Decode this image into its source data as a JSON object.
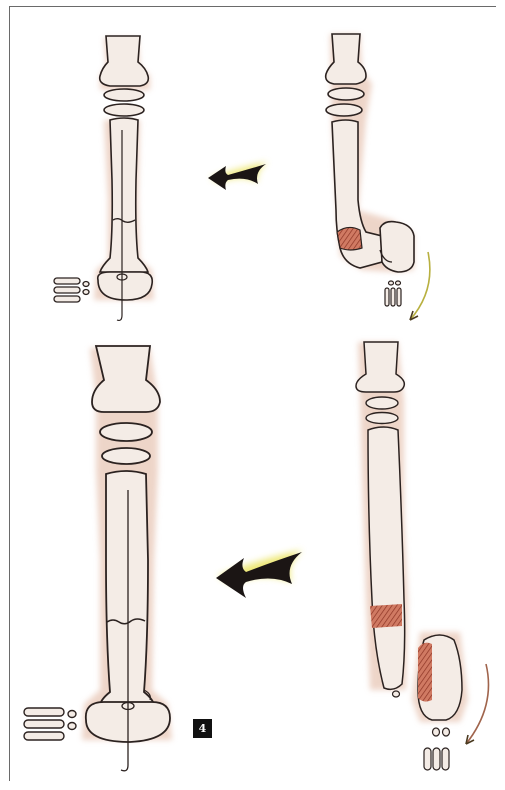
{
  "figure": {
    "label": "4",
    "panels": [
      {
        "id": "top-right",
        "stage": "deformed",
        "fracture_color": "#b5523c"
      },
      {
        "id": "top-left",
        "stage": "corrected"
      },
      {
        "id": "bottom-right",
        "stage": "deformed",
        "fracture_color": "#c8553e"
      },
      {
        "id": "bottom-left",
        "stage": "corrected"
      }
    ],
    "colors": {
      "outline": "#2b2220",
      "bone_fill": "#f4ece6",
      "shading": "#d9a58c",
      "motion_arrow": "#b8b040",
      "motion_arrow_bottom": "#a0644c",
      "correction_arrow_glow": "#e8e048"
    },
    "icons": [
      "correction-arrow-left",
      "rotation-arrow"
    ]
  }
}
